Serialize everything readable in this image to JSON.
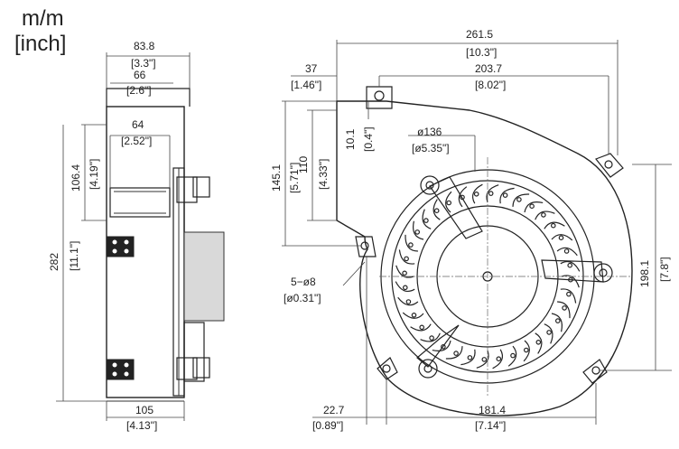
{
  "units": {
    "line1": "m/m",
    "line2": "[inch]"
  },
  "dims": {
    "side_overall_w": {
      "mm": "83.8",
      "in": "[3.3\"]"
    },
    "side_mid_w": {
      "mm": "66",
      "in": "[2.6\"]"
    },
    "side_inner_w": {
      "mm": "64",
      "in": "[2.52\"]"
    },
    "side_outlet_h": {
      "mm": "106.4",
      "in": "[4.19\"]"
    },
    "side_total_h": {
      "mm": "282",
      "in": "[11.1\"]"
    },
    "side_depth": {
      "mm": "105",
      "in": "[4.13\"]"
    },
    "front_total_w": {
      "mm": "261.5",
      "in": "[10.3\"]"
    },
    "front_hole_span": {
      "mm": "203.7",
      "in": "[8.02\"]"
    },
    "front_outlet_offset": {
      "mm": "37",
      "in": "[1.46\"]"
    },
    "front_tab_h": {
      "mm": "10.1",
      "in": "[0.4\"]"
    },
    "front_145": {
      "mm": "145.1",
      "in": "[5.71\"]"
    },
    "front_110": {
      "mm": "110",
      "in": "[4.33\"]"
    },
    "impeller_dia": {
      "mm": "ø136",
      "in": "[ø5.35\"]"
    },
    "holes": {
      "mm": "5−ø8",
      "in": "[ø0.31\"]"
    },
    "front_right_h": {
      "mm": "198.1",
      "in": "[7.8\"]"
    },
    "front_bottom_left": {
      "mm": "22.7",
      "in": "[0.89\"]"
    },
    "front_bottom_span": {
      "mm": "181.4",
      "in": "[7.14\"]"
    }
  }
}
